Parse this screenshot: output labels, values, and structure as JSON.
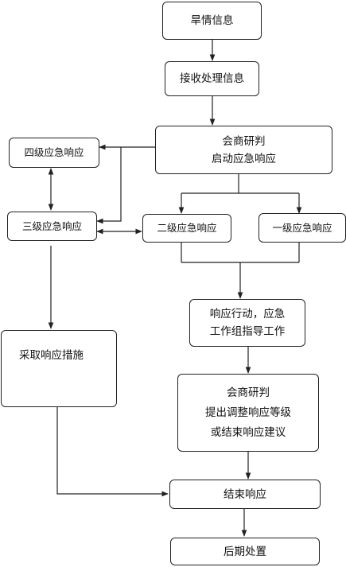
{
  "nodes": {
    "disaster_info": "旱情信息",
    "receive_info": "接收处理信息",
    "consult_start": [
      "会商研判",
      "启动应急响应"
    ],
    "level4": "四级应急响应",
    "level3": "三级应急响应",
    "level2": "二级应急响应",
    "level1": "一级应急响应",
    "action": [
      "响应行动，应急",
      "工作组指导工作"
    ],
    "take_measures": "采取响应措施",
    "consult_adjust": [
      "会商研判",
      "提出调整响应等级",
      "或结束响应建议"
    ],
    "end_response": "结束响应",
    "post_disposal": "后期处置"
  },
  "colors": {
    "line": "#222222",
    "box_border": "#222222",
    "background": "#ffffff"
  }
}
